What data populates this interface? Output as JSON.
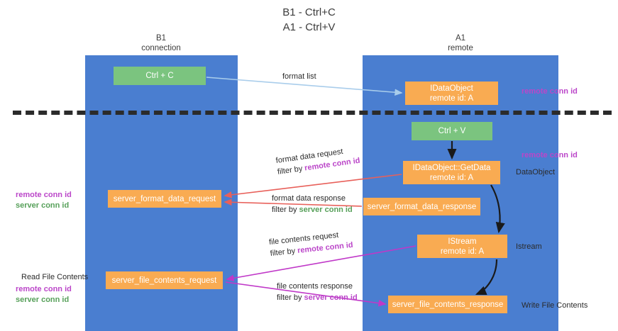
{
  "title": {
    "line1": "B1 - Ctrl+C",
    "line2": "A1 - Ctrl+V"
  },
  "columns": [
    {
      "id": "b1",
      "name": "B1",
      "role": "connection",
      "color": "#4a7ed0"
    },
    {
      "id": "a1",
      "name": "A1",
      "role": "remote",
      "color": "#4a7ed0"
    }
  ],
  "nodes": {
    "ctrl_c": {
      "label": "Ctrl + C",
      "color": "#7bc47f"
    },
    "idataobject": {
      "line1": "IDataObject",
      "line2": "remote id: A",
      "color": "#f9ab52"
    },
    "ctrl_v": {
      "label": "Ctrl + V",
      "color": "#7bc47f"
    },
    "idataobject_getdata": {
      "line1": "IDataObject::GetData",
      "line2": "remote id: A",
      "color": "#f9ab52"
    },
    "server_format_data_request": {
      "label": "server_format_data_request",
      "color": "#f9ab52"
    },
    "server_format_data_response": {
      "label": "server_format_data_response",
      "color": "#f9ab52"
    },
    "istream": {
      "line1": "IStream",
      "line2": "remote id: A",
      "color": "#f9ab52"
    },
    "server_file_contents_request": {
      "label": "server_file_contents_request",
      "color": "#f9ab52"
    },
    "server_file_contents_response": {
      "label": "server_file_contents_response",
      "color": "#f9ab52"
    }
  },
  "flows": {
    "format_list": {
      "line1": "format list",
      "line2": "",
      "filter_prefix": "",
      "filter_key": ""
    },
    "format_data_request": {
      "line1": "format data request",
      "filter_prefix": "filter by ",
      "filter_key": "remote conn id"
    },
    "format_data_response": {
      "line1": "format data response",
      "filter_prefix": "filter by ",
      "filter_key": "server conn id"
    },
    "file_contents_request": {
      "line1": "file contents request",
      "filter_prefix": "filter by ",
      "filter_key": "remote conn id"
    },
    "file_contents_response": {
      "line1": "file contents response",
      "filter_prefix": "filter by ",
      "filter_key": "server conn id"
    }
  },
  "notes": {
    "right_remote_top": "remote conn id",
    "right_remote_mid": "remote conn id",
    "right_dataobject": "DataObject",
    "right_istream": "Istream",
    "right_write_file": "Write File Contents",
    "left_remote_1": "remote conn id",
    "left_server_1": "server conn id",
    "left_read_file": "Read File Contents",
    "left_remote_2": "remote conn id",
    "left_server_2": "server conn id"
  },
  "colors": {
    "column_blue": "#4a7ed0",
    "node_green": "#7bc47f",
    "node_orange": "#f9ab52",
    "remote_purple": "#bb46c9",
    "server_green": "#57a05a",
    "arrow_light_blue": "#a9cdeb",
    "arrow_red": "#e8605a",
    "arrow_magenta": "#c038c8",
    "arrow_black": "#1a1a1a",
    "divider_black": "#2b2b2b",
    "text_dark": "#3c3c3c"
  }
}
